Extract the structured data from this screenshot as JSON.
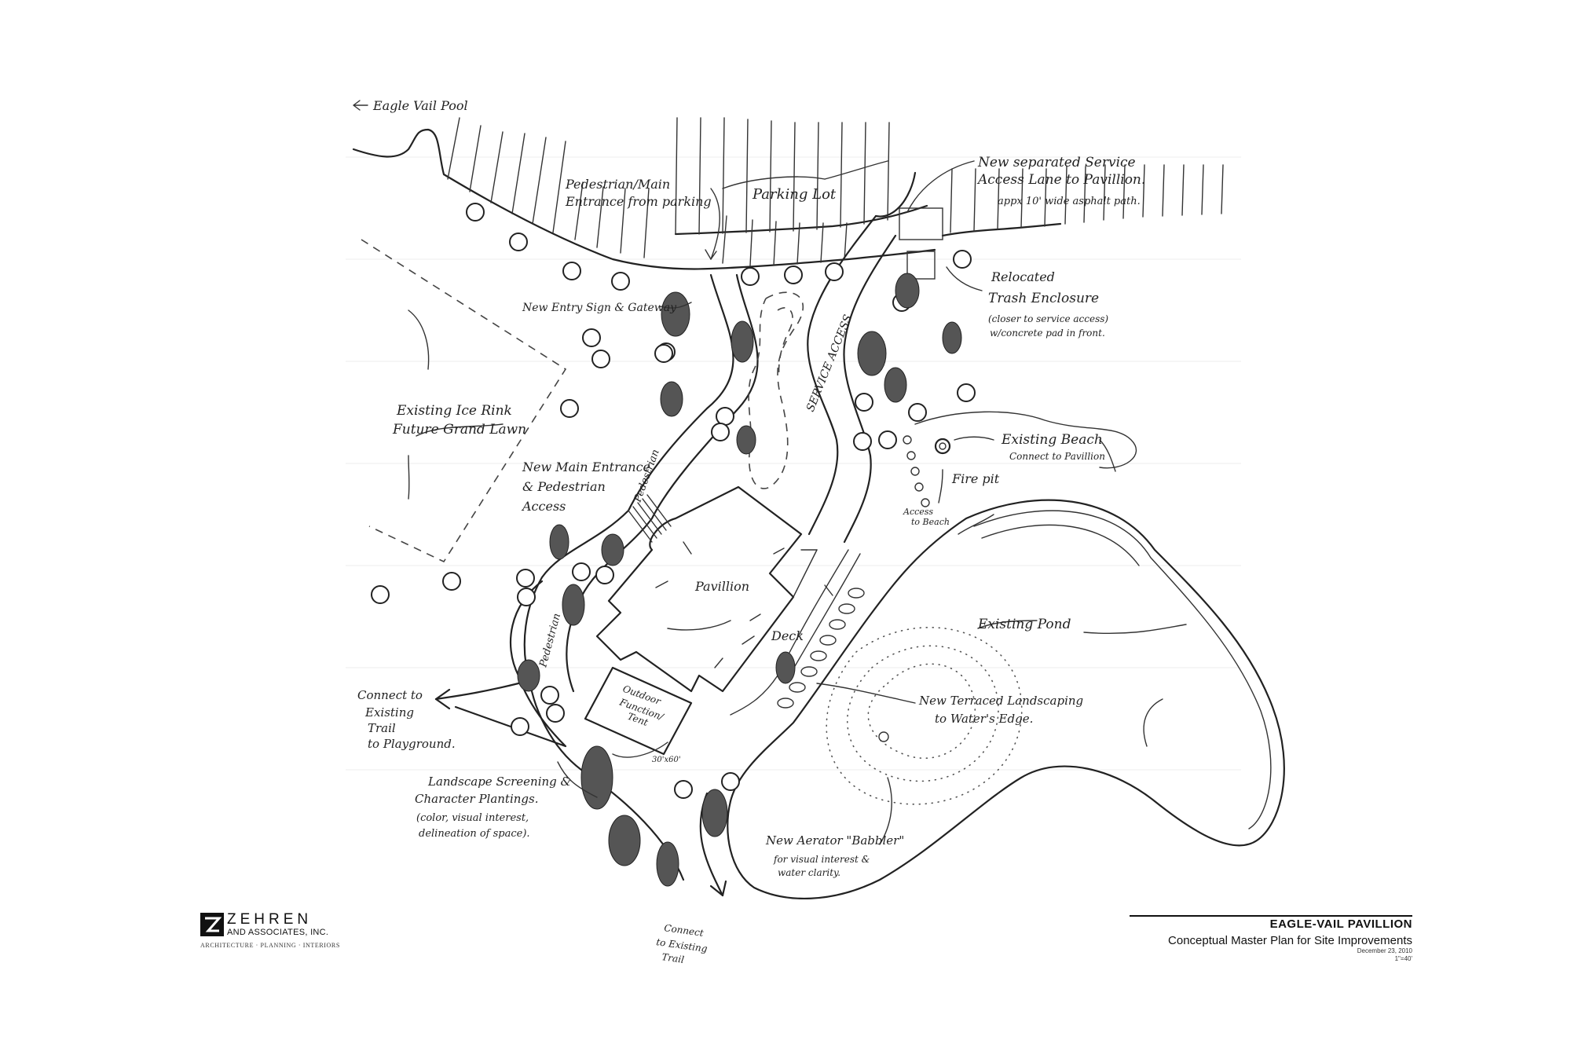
{
  "annotations": {
    "pool": "Eagle Vail Pool",
    "pedestrian_main_1": "Pedestrian/Main",
    "pedestrian_main_2": "Entrance from parking",
    "parking_lot": "Parking Lot",
    "service_lane_1": "New separated Service",
    "service_lane_2": "Access Lane to Pavillion.",
    "service_lane_3": "appx 10' wide asphalt path.",
    "trash_1": "Relocated",
    "trash_2": "Trash Enclosure",
    "trash_3": "(closer to service access)",
    "trash_4": "w/concrete pad in front.",
    "entry_sign": "New Entry Sign & Gateway",
    "ice_rink_1": "Existing Ice Rink",
    "ice_rink_2": "Future Grand Lawn",
    "beach_1": "Existing Beach",
    "beach_2": "Connect to Pavillion",
    "fire_pit": "Fire pit",
    "main_entrance_1": "New Main Entrance",
    "main_entrance_2": "& Pedestrian",
    "main_entrance_3": "Access",
    "access_beach_1": "Access",
    "access_beach_2": "to Beach",
    "pavillion": "Pavillion",
    "deck": "Deck",
    "pond": "Existing Pond",
    "service_path": "SERVICE ACCESS",
    "ped_path_1": "Pedestrian",
    "ped_path_2": "Pedestrian",
    "connect_trail_1": "Connect to",
    "connect_trail_2": "Existing",
    "connect_trail_3": "Trail",
    "connect_trail_4": "to Playground.",
    "outdoor_1": "Outdoor",
    "outdoor_2": "Function/",
    "outdoor_3": "Tent",
    "tent_size": "30'x60'",
    "terraced_1": "New Terraced Landscaping",
    "terraced_2": "to Water's Edge.",
    "screening_1": "Landscape Screening &",
    "screening_2": "Character Plantings.",
    "screening_3": "(color, visual interest,",
    "screening_4": "delineation of space).",
    "aerator_1": "New Aerator \"Babbler\"",
    "aerator_2": "for visual interest &",
    "aerator_3": "water clarity.",
    "connect_south_1": "Connect",
    "connect_south_2": "to Existing",
    "connect_south_3": "Trail"
  },
  "title_block": {
    "project": "EAGLE-VAIL PAVILLION",
    "plan": "Conceptual Master Plan for Site Improvements",
    "date": "December 23, 2010",
    "scale": "1\"=40'"
  },
  "logo": {
    "name": "ZEHREN",
    "subtitle": "AND ASSOCIATES, INC.",
    "tagline": "ARCHITECTURE · PLANNING · INTERIORS"
  }
}
